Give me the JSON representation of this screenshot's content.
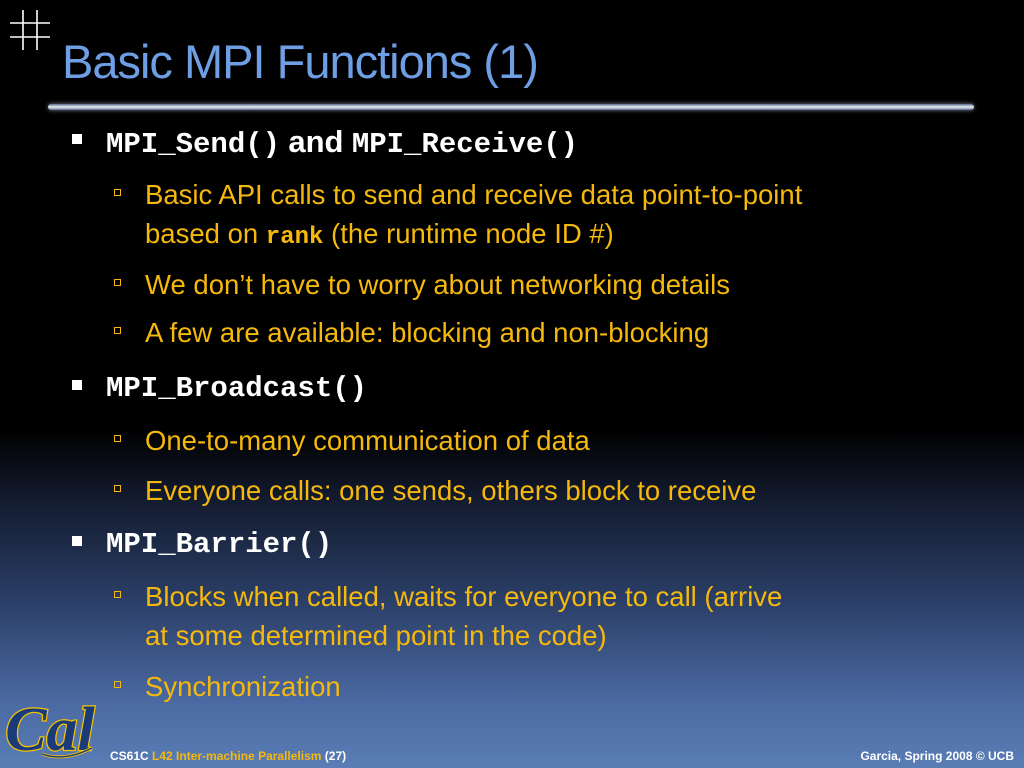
{
  "slide": {
    "title": "Basic MPI Functions (1)",
    "bullets": [
      {
        "code_a": "MPI_Send()",
        "joiner": "and",
        "code_b": "MPI_Receive()",
        "subs": [
          {
            "line1": "Basic API calls to send and receive data point-to-point",
            "line2_pre": "based on ",
            "line2_code": "rank",
            "line2_post": " (the runtime node ID #)"
          },
          {
            "text": "We don’t have to worry about networking details"
          },
          {
            "text": "A few are available: blocking and non-blocking"
          }
        ]
      },
      {
        "code_a": "MPI_Broadcast()",
        "subs": [
          {
            "text": "One-to-many communication of data"
          },
          {
            "text": "Everyone calls: one sends, others block to receive"
          }
        ]
      },
      {
        "code_a": "MPI_Barrier()",
        "subs": [
          {
            "line1": "Blocks when called, waits for everyone to call (arrive",
            "line2": "at some determined point in the code)"
          },
          {
            "text": "Synchronization"
          }
        ]
      }
    ]
  },
  "footer": {
    "course": "CS61C",
    "lecture": "L42 Inter-machine Parallelism",
    "page": "(27)",
    "credit": "Garcia, Spring 2008 © UCB"
  },
  "logo": {
    "text": "Cal"
  },
  "colors": {
    "title": "#6e9ee4",
    "accent": "#f5b80c",
    "primary_text": "#ffffff"
  }
}
